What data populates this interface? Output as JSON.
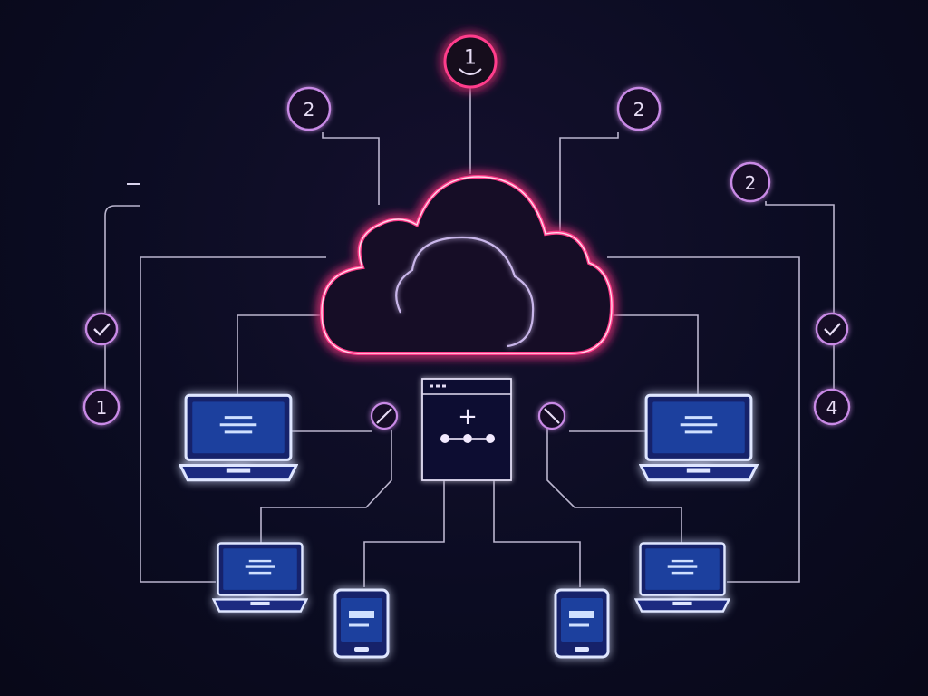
{
  "badges": {
    "top": "1",
    "upper_left": "2",
    "upper_right": "2",
    "far_right": "2",
    "left_lower": "1",
    "right_lower": "4"
  },
  "hub_symbol": "+",
  "colors": {
    "background": "#0b0c22",
    "cloud_glow": "#ff3d8b",
    "badge_ring": "#c98ae6",
    "device_glow": "#4d6bff",
    "device_screen": "#1d3f9e",
    "wire": "#d9d3ec"
  },
  "icons": {
    "cloud": "cloud-icon",
    "hub": "network-hub-icon",
    "laptop": "laptop-icon",
    "tablet": "tablet-icon",
    "check": "checkmark-icon",
    "blocked": "blocked-icon",
    "smile": "smile-icon"
  }
}
